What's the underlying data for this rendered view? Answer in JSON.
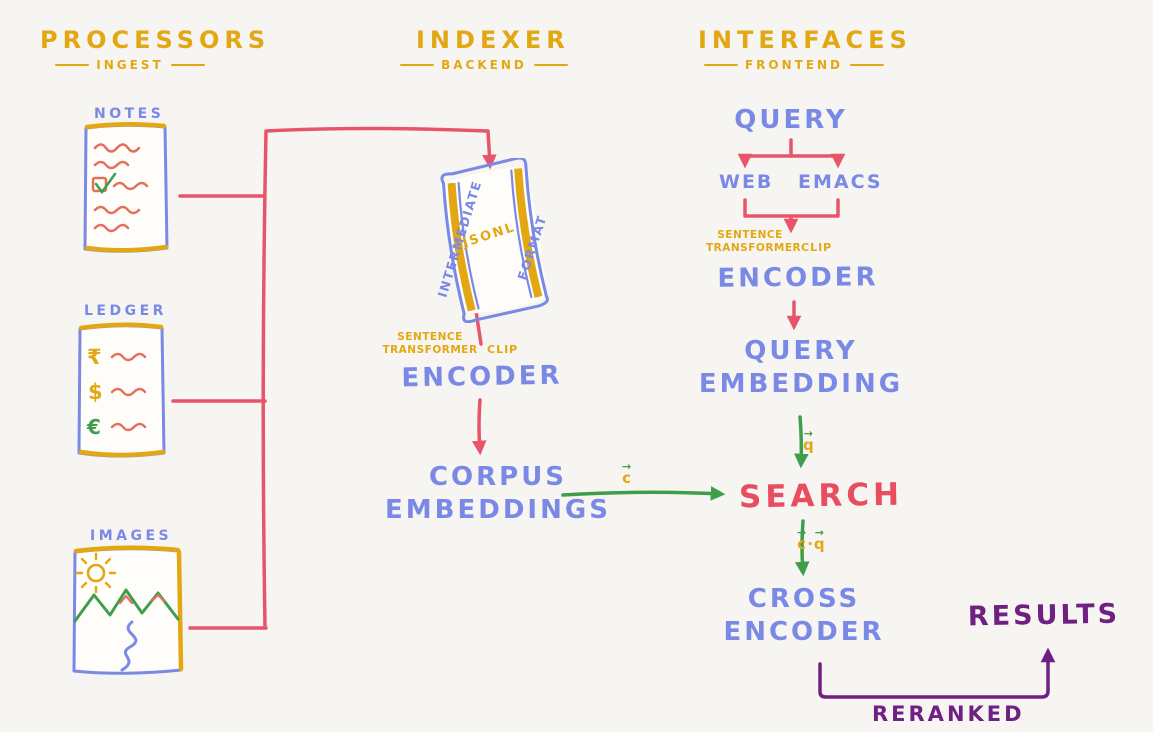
{
  "colors": {
    "background": "#f7f5f1",
    "yellow": "#e3a714",
    "blue": "#7a89e6",
    "red": "#e8556a",
    "green": "#3e9e4c",
    "purple": "#701f82",
    "salmon": "#e2715c"
  },
  "headers": {
    "processors": {
      "title": "PROCESSORS",
      "subtitle": "INGEST"
    },
    "indexer": {
      "title": "INDEXER",
      "subtitle": "BACKEND"
    },
    "interfaces": {
      "title": "INTERFACES",
      "subtitle": "FRONTEND"
    }
  },
  "processors": {
    "notes_label": "NOTES",
    "ledger_label": "LEDGER",
    "images_label": "IMAGES",
    "ledger_symbols": {
      "rupee": "₹",
      "dollar": "$",
      "euro": "€"
    }
  },
  "indexer": {
    "scroll_left": "INTERMEDIATE",
    "scroll_center": "JSONL",
    "scroll_right": "FORMAT",
    "model_line1": "SENTENCE",
    "model_line2": "TRANSFORMER",
    "model_clip": "CLIP",
    "encoder": "ENCODER",
    "corpus_line1": "CORPUS",
    "corpus_line2": "EMBEDDINGS"
  },
  "interfaces": {
    "query": "QUERY",
    "web": "WEB",
    "emacs": "EMACS",
    "model_line1": "SENTENCE",
    "model_line2": "TRANSFORMER",
    "model_clip": "CLIP",
    "encoder": "ENCODER",
    "embedding_line1": "QUERY",
    "embedding_line2": "EMBEDDING",
    "search": "SEARCH",
    "cross_line1": "CROSS",
    "cross_line2": "ENCODER",
    "results": "RESULTS",
    "reranked": "RERANKED"
  },
  "edge_labels": {
    "arrow": "→",
    "corpus_vector": "c",
    "query_vector": "q",
    "dot": "·"
  }
}
